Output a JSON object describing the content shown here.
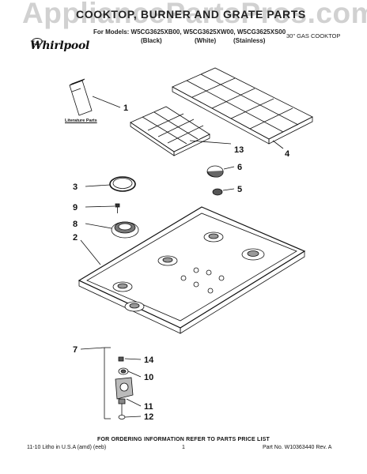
{
  "watermark": "AppliancePartsPros.com",
  "header": {
    "title": "COOKTOP, BURNER AND GRATE PARTS",
    "models_line": "For Models: W5CG3625XB00, W5CG3625XW00, W5CG3625XS00",
    "color_black": "(Black)",
    "color_white": "(White)",
    "color_stainless": "(Stainless)",
    "subtitle": "30\" GAS COOKTOP"
  },
  "brand": {
    "logo_text": "Whirlpool"
  },
  "diagram": {
    "literature_label": "Literature Parts",
    "callouts": [
      "1",
      "13",
      "4",
      "6",
      "5",
      "3",
      "9",
      "8",
      "2",
      "7",
      "14",
      "10",
      "11",
      "12"
    ]
  },
  "footer": {
    "ordering_note": "FOR ORDERING INFORMATION REFER TO PARTS PRICE LIST",
    "print_info": "11-10 Litho in U.S.A (amd) (eeb)",
    "page_number": "1",
    "part_number": "Part No. W10363440 Rev. A"
  }
}
